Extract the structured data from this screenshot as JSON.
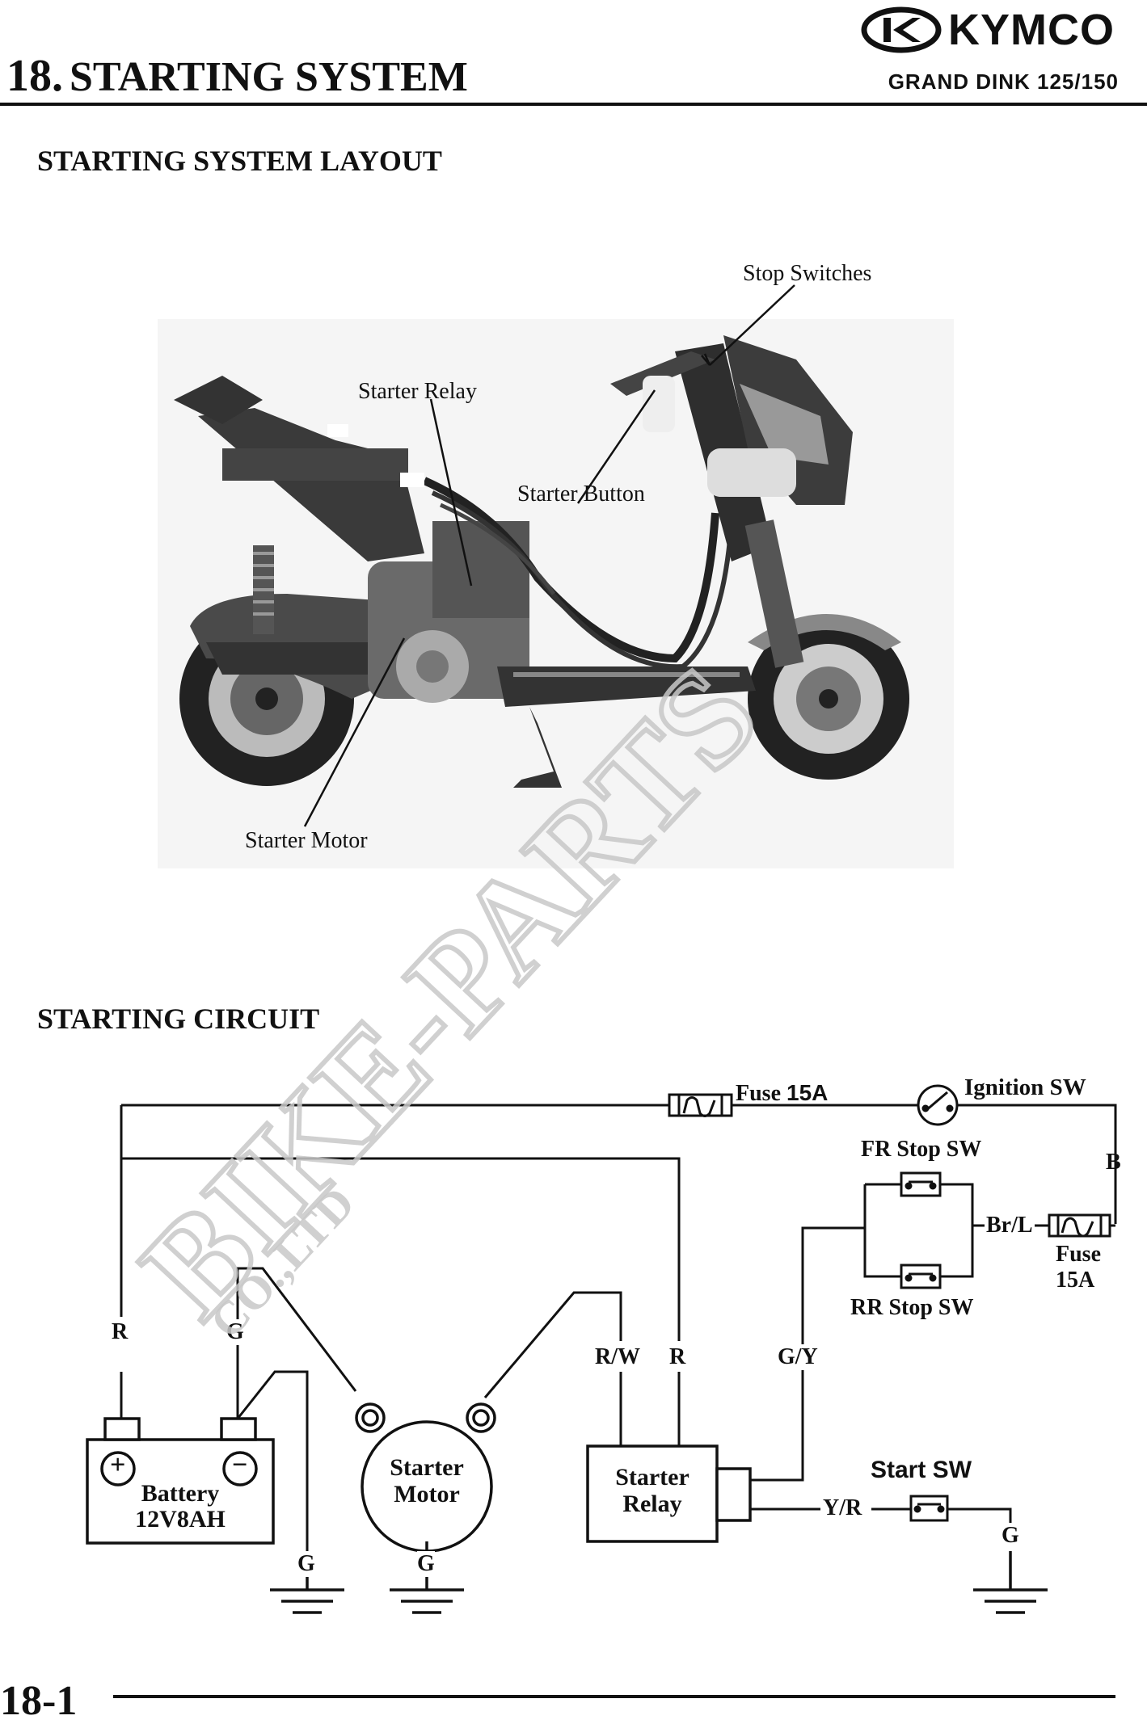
{
  "header": {
    "brand": "KYMCO",
    "chapter_number": "18.",
    "chapter_title": "STARTING SYSTEM",
    "model": "GRAND DINK 125/150"
  },
  "sections": {
    "layout_title": "STARTING SYSTEM LAYOUT",
    "circuit_title": "STARTING CIRCUIT"
  },
  "photo": {
    "callouts": {
      "stop_switches": "Stop Switches",
      "starter_relay": "Starter Relay",
      "starter_button": "Starter Button",
      "starter_motor": "Starter Motor"
    }
  },
  "circuit": {
    "fuse_top_label": "Fuse",
    "fuse_top_rating": "15A",
    "ignition_sw": "Ignition SW",
    "fr_stop_sw": "FR Stop SW",
    "rr_stop_sw": "RR Stop SW",
    "wire_b": "B",
    "wire_br_l": "Br/L",
    "fuse_right_label": "Fuse",
    "fuse_right_rating": "15A",
    "wire_r_left": "R",
    "wire_g_left": "G",
    "wire_rw": "R/W",
    "wire_r_relay": "R",
    "wire_gy": "G/Y",
    "battery_line1": "Battery",
    "battery_line2": "12V8AH",
    "battery_plus": "+",
    "battery_minus": "−",
    "motor_line1": "Starter",
    "motor_line2": "Motor",
    "relay_line1": "Starter",
    "relay_line2": "Relay",
    "start_sw": "Start SW",
    "wire_yr": "Y/R",
    "ground_g1": "G",
    "ground_g2": "G",
    "ground_g3": "G"
  },
  "watermark": {
    "main": "BIKE-PARTS",
    "sub": "CO.,LTD"
  },
  "footer": {
    "page_number": "18-1"
  }
}
